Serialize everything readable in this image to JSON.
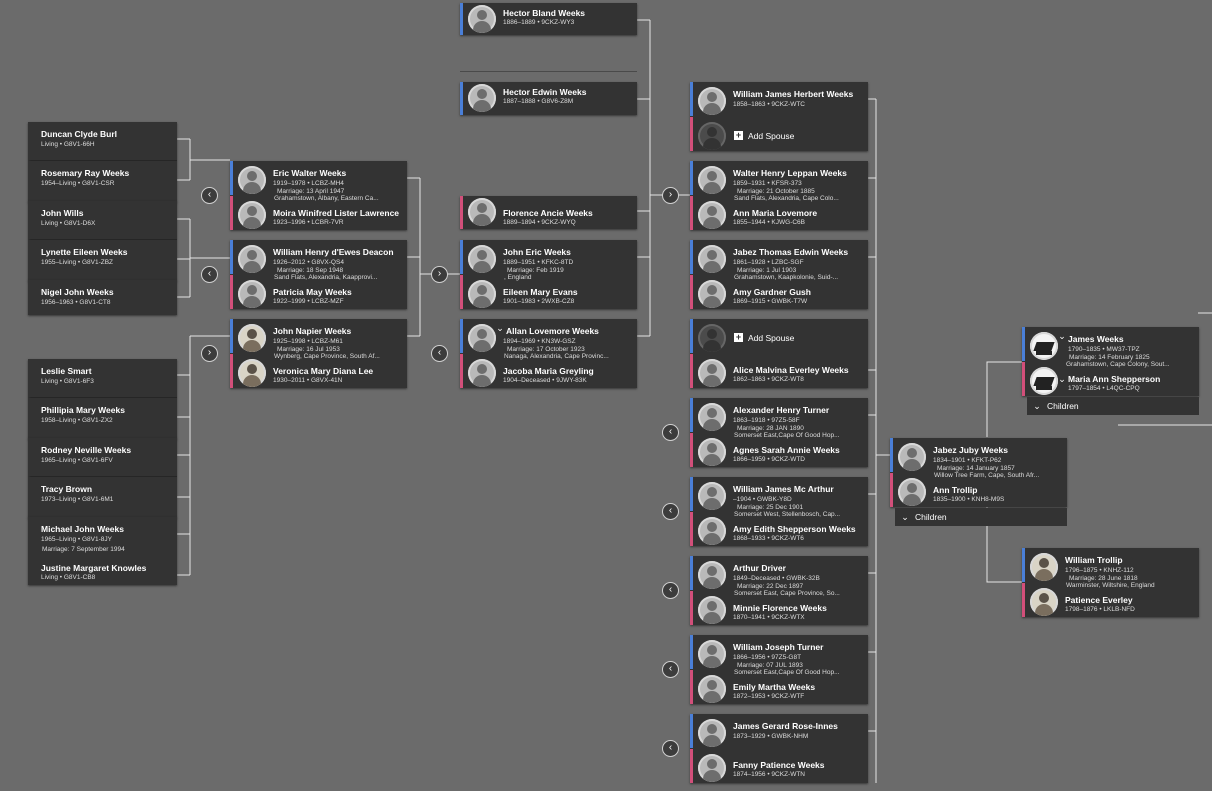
{
  "ui": {
    "add_spouse": "Add Spouse",
    "children": "Children",
    "plus_glyph": "+",
    "chevron_down": "⌄",
    "expand_right": "›",
    "expand_left": "‹",
    "male_color": "#4a7fd8",
    "female_color": "#d24f7a",
    "icons": {
      "person": "person-placeholder-icon",
      "expand": "chevron-right-icon",
      "collapse": "chevron-left-icon",
      "dropdown": "chevron-down-icon"
    }
  },
  "col1": [
    {
      "p1": {
        "name": "Duncan Clyde Burl",
        "life": "Living • G8V1-66H"
      },
      "p2": {
        "name": "Rosemary Ray Weeks",
        "life": "1954–Living • G8V1-CSR"
      }
    },
    {
      "p1": {
        "name": "John Wills",
        "life": "Living • G8V1-D6X"
      },
      "p2": {
        "name": "Lynette Eileen Weeks",
        "life": "1955–Living • G8V1-ZBZ"
      }
    },
    {
      "p1": {
        "name": "Nigel John Weeks",
        "life": "1956–1963 • G8V1-CT8"
      }
    },
    {
      "p1": {
        "name": "Leslie Smart",
        "life": "Living • G8V1-6F3"
      },
      "p2": {
        "name": "Phillipia Mary Weeks",
        "life": "1958–Living • G8V1-ZX2"
      }
    },
    {
      "p1": {
        "name": "Rodney Neville Weeks",
        "life": "1965–Living • G8V1-6FV"
      },
      "p2": {
        "name": "Tracy Brown",
        "life": "1973–Living • G8V1-6M1"
      }
    },
    {
      "p1": {
        "name": "Michael John Weeks",
        "life": "1965–Living • G8V1-8JY"
      },
      "marriage": "Marriage: 7 September 1994",
      "p2": {
        "name": "Justine Margaret Knowles",
        "life": "Living • G8V1-CB8"
      }
    }
  ],
  "col2": [
    {
      "p1": {
        "name": "Eric Walter Weeks",
        "life": "1919–1978 • LCBZ-MH4"
      },
      "marriage": [
        "Marriage: 13 April 1947",
        "Grahamstown, Albany, Eastern Ca..."
      ],
      "p2": {
        "name": "Moira Winifred Lister Lawrence",
        "life": "1923–1996 • LCBR-7VR"
      }
    },
    {
      "p1": {
        "name": "William Henry d'Ewes Deacon",
        "life": "1926–2012 • G8VX-QS4"
      },
      "marriage": [
        "Marriage: 18 Sep 1948",
        "Sand Flats, Alexandria, Kaapprovi..."
      ],
      "p2": {
        "name": "Patricia May Weeks",
        "life": "1922–1999 • LCBZ-MZF"
      }
    },
    {
      "p1": {
        "name": "John Napier Weeks",
        "life": "1925–1998 • LCBZ-M61"
      },
      "marriage": [
        "Marriage: 16 Jul 1953",
        "Wynberg, Cape Province, South Af..."
      ],
      "p2": {
        "name": "Veronica Mary Diana Lee",
        "life": "1930–2011 • G8VX-41N"
      }
    }
  ],
  "col3": [
    {
      "p1": {
        "name": "Hector Bland Weeks",
        "life": "1886–1889 • 9CKZ-WY3"
      }
    },
    {
      "p1": {
        "name": "Hector Edwin Weeks",
        "life": "1887–1888 • G8V6-Z8M"
      }
    },
    {
      "p1": {
        "name": "Florence Ancie Weeks",
        "life": "1889–1894 • 9CKZ-WYQ"
      }
    },
    {
      "p1": {
        "name": "John Eric Weeks",
        "life": "1889–1951 • KFKC-8TD"
      },
      "marriage": [
        "Marriage: Feb 1919",
        ", England"
      ],
      "p2": {
        "name": "Eileen Mary Evans",
        "life": "1901–1983 • 2WXB-CZ8"
      }
    },
    {
      "p1": {
        "name": "Allan Lovemore Weeks",
        "life": "1894–1969 • KN3W-GSZ"
      },
      "marriage": [
        "Marriage: 17 October 1923",
        "Nanaga, Alexandria, Cape Provinc..."
      ],
      "p2": {
        "name": "Jacoba Maria Greyling",
        "life": "1904–Deceased • 9JWY-83K"
      }
    }
  ],
  "col4": [
    {
      "p1": {
        "name": "William James Herbert Weeks",
        "life": "1858–1863 • 9CKZ-WTC"
      }
    },
    {
      "p1": {
        "name": "Walter Henry Leppan Weeks",
        "life": "1859–1931 • KFSR-373"
      },
      "marriage": [
        "Marriage: 21 October 1885",
        "Sand Flats, Alexandria, Cape Colo..."
      ],
      "p2": {
        "name": "Ann Maria Lovemore",
        "life": "1855–1944 • KJWG-C6B"
      }
    },
    {
      "p1": {
        "name": "Jabez Thomas Edwin Weeks",
        "life": "1861–1928 • LZBC-SGF"
      },
      "marriage": [
        "Marriage: 1 Jul 1903",
        "Grahamstown, Kaapkolonie, Suid-..."
      ],
      "p2": {
        "name": "Amy Gardner Gush",
        "life": "1869–1915 • GWBK-T7W"
      }
    },
    {
      "p2": {
        "name": "Alice Malvina Everley Weeks",
        "life": "1862–1863 • 9CKZ-WT8"
      }
    },
    {
      "p1": {
        "name": "Alexander Henry Turner",
        "life": "1863–1918 • 97Z5-58F"
      },
      "marriage": [
        "Marriage: 28 JAN 1890",
        "Somerset East,Cape Of Good Hop..."
      ],
      "p2": {
        "name": "Agnes Sarah Annie Weeks",
        "life": "1866–1959 • 9CKZ-WTD"
      }
    },
    {
      "p1": {
        "name": "William James Mc Arthur",
        "life": "–1904 • GWBK-Y8D"
      },
      "marriage": [
        "Marriage: 25 Dec 1901",
        "Somerset West, Stellenbosch, Cap..."
      ],
      "p2": {
        "name": "Amy Edith Shepperson Weeks",
        "life": "1868–1933 • 9CKZ-WT6"
      }
    },
    {
      "p1": {
        "name": "Arthur Driver",
        "life": "1849–Deceased • GWBK-32B"
      },
      "marriage": [
        "Marriage: 22 Dec 1897",
        "Somerset East, Cape Province, So..."
      ],
      "p2": {
        "name": "Minnie Florence Weeks",
        "life": "1870–1941 • 9CKZ-WTX"
      }
    },
    {
      "p1": {
        "name": "William Joseph Turner",
        "life": "1866–1956 • 97Z5-G8T"
      },
      "marriage": [
        "Marriage: 07 JUL 1893",
        "Somerset East,Cape Of Good Hop..."
      ],
      "p2": {
        "name": "Emily Martha Weeks",
        "life": "1872–1953 • 9CKZ-WTF"
      }
    },
    {
      "p1": {
        "name": "James Gerard Rose-Innes",
        "life": "1873–1929 • GWBK-NHM"
      },
      "p2": {
        "name": "Fanny Patience Weeks",
        "life": "1874–1956 • 9CKZ-WTN"
      }
    }
  ],
  "col5": [
    {
      "p1": {
        "name": "Jabez Juby Weeks",
        "life": "1834–1901 • KFKT-P62"
      },
      "marriage": [
        "Marriage: 14 January 1857",
        "Willow Tree Farm, Cape, South Afr..."
      ],
      "p2": {
        "name": "Ann Trollip",
        "life": "1835–1900 • KNH8-M9S"
      }
    }
  ],
  "col6": [
    {
      "p1": {
        "name": "James Weeks",
        "life": "1790–1835 • MW37-TPZ"
      },
      "marriage": [
        "Marriage: 14 February 1825",
        "Grahamstown, Cape Colony, Sout..."
      ],
      "p2": {
        "name": "Maria Ann Shepperson",
        "life": "1797–1854 • L4QC-CPQ"
      }
    },
    {
      "p1": {
        "name": "William Trollip",
        "life": "1796–1875 • KNHZ-112"
      },
      "marriage": [
        "Marriage: 28 June 1818",
        "Warminster, Wiltshire, England"
      ],
      "p2": {
        "name": "Patience Everley",
        "life": "1798–1876 • LKLB-NFD"
      }
    }
  ]
}
